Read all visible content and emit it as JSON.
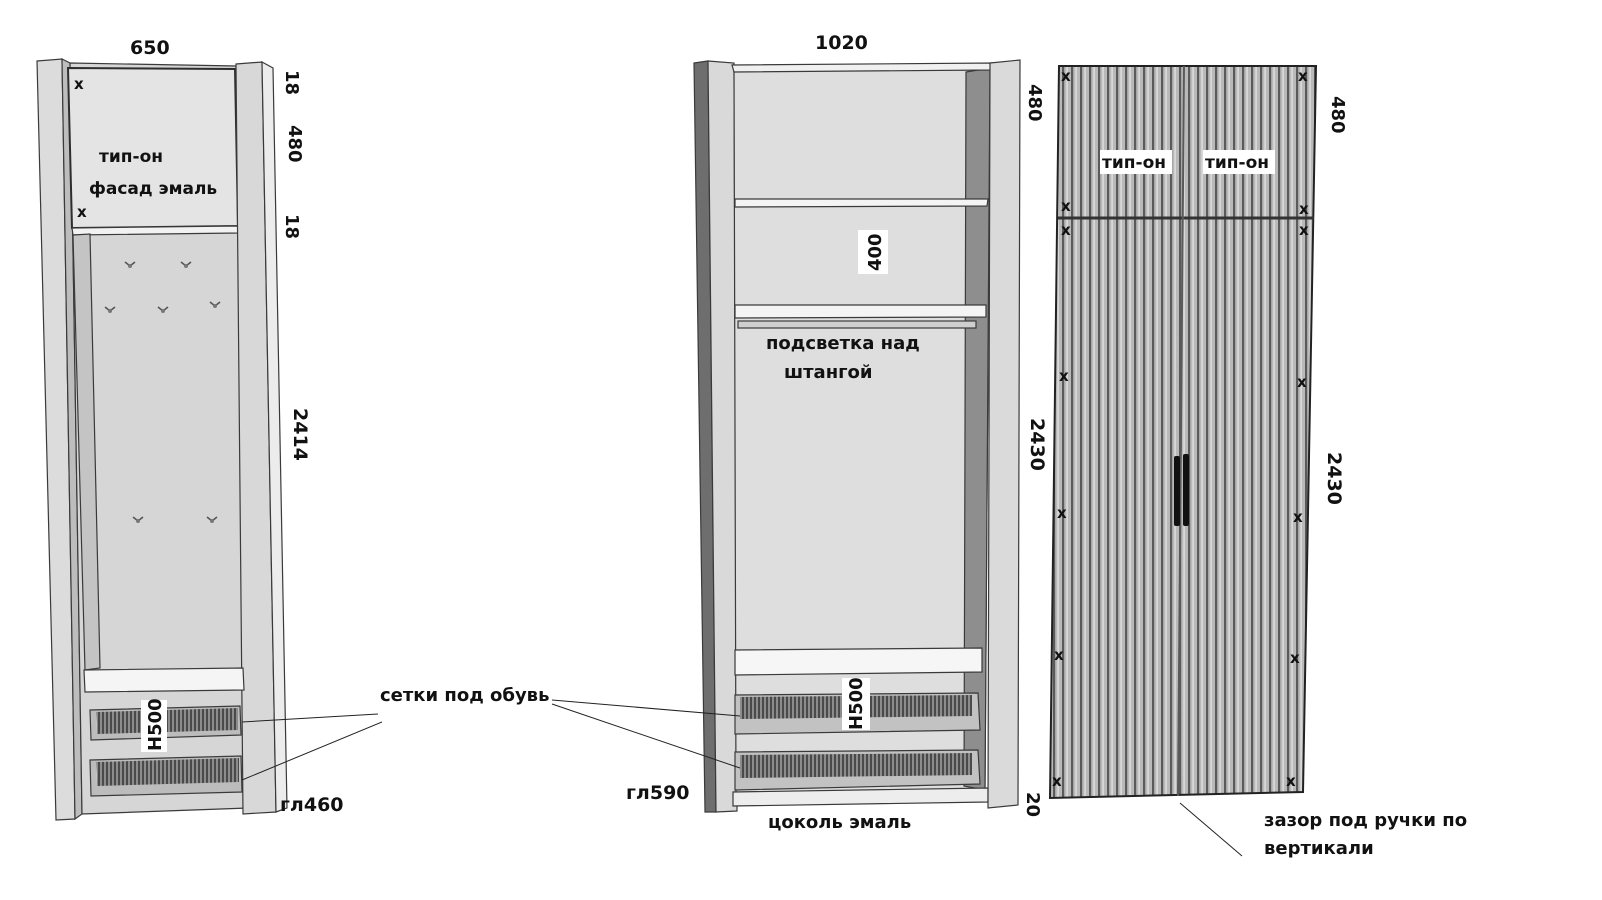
{
  "left_unit": {
    "width_dim": "650",
    "top_panel_thickness": "18",
    "top_section_height": "480",
    "shelf_thickness": "18",
    "body_height": "2414",
    "depth": "гл460",
    "drawer_height": "H500",
    "tip_on_label": "тип-он",
    "facade_label": "фасад эмаль",
    "marker": "x"
  },
  "middle_unit": {
    "width_dim": "1020",
    "top_section_height": "480",
    "shelf_gap": "400",
    "total_height": "2430",
    "plinth_height": "20",
    "depth": "гл590",
    "drawer_height": "H500",
    "lighting_label_line1": "подсветка над",
    "lighting_label_line2": "штангой",
    "plinth_label": "цоколь эмаль"
  },
  "facade_unit": {
    "top_section_height": "480",
    "total_height": "2430",
    "tip_on_left": "тип-он",
    "tip_on_right": "тип-он",
    "marker": "x",
    "gap_label_line1": "зазор под ручки по",
    "gap_label_line2": "вертикали"
  },
  "shared": {
    "shoe_rack_label": "сетки под обувь"
  }
}
